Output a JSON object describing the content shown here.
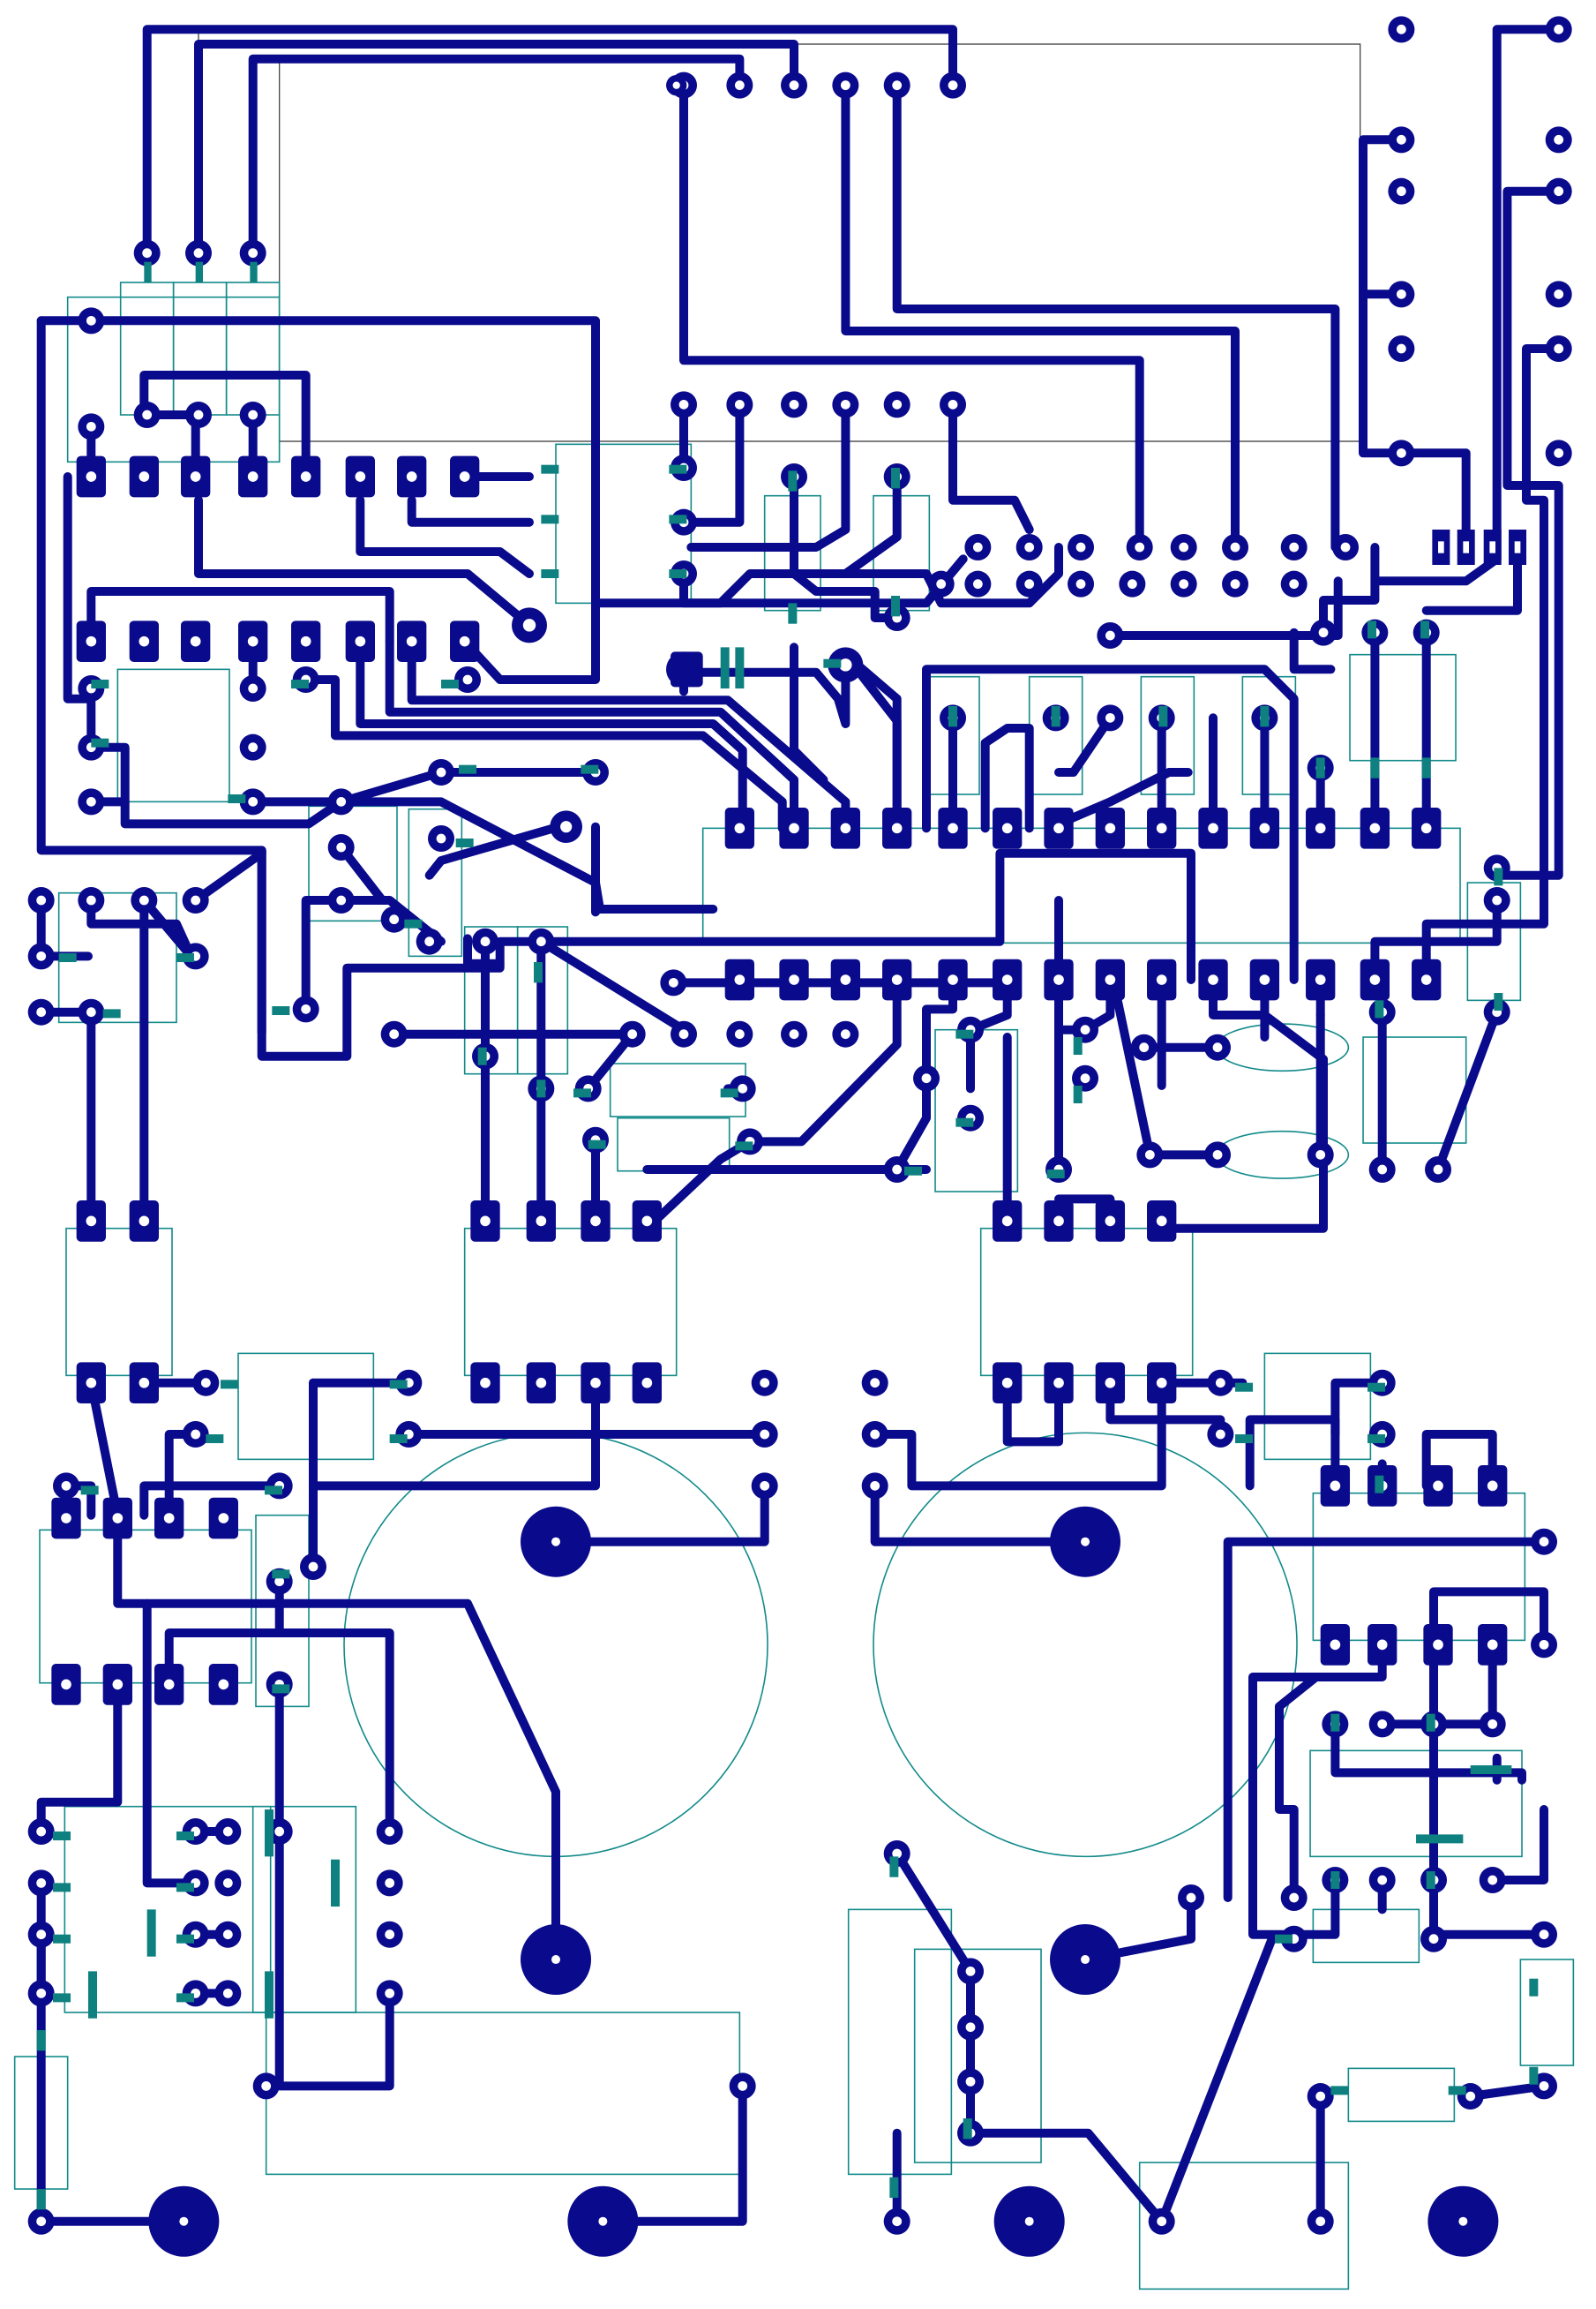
{
  "board": {
    "label": "",
    "colors": {
      "background": "#ffffff",
      "copper_trace": "#0a0a8c",
      "copper_pad": "#0a0a8c",
      "silkscreen_outline": "#138a8a",
      "smd_pad": "#0e8080",
      "board_edge": "#333333",
      "drill_hole": "#ffffff"
    },
    "layers": [
      "copper",
      "silkscreen"
    ],
    "component_types": [
      "dip-ic",
      "resistor",
      "capacitor",
      "trimmer",
      "crystal",
      "connector",
      "mounting-hole",
      "transformer"
    ]
  }
}
